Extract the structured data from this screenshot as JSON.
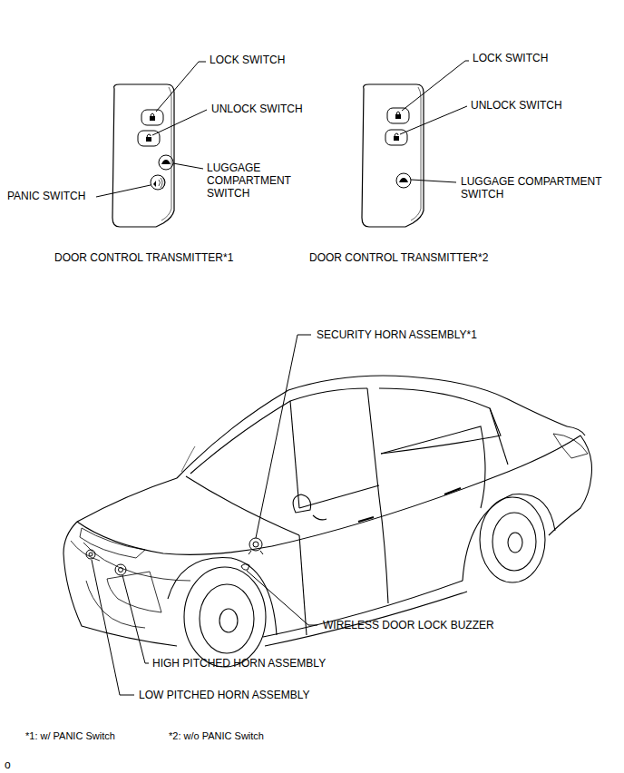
{
  "diagram": {
    "labels": [
      "LOCK SWITCH",
      "UNLOCK SWITCH",
      "LUGGAGE COMPARTMENT SWITCH",
      "PANIC SWITCH",
      "DOOR CONTROL TRANSMITTER*1",
      "LOCK SWITCH",
      "UNLOCK SWITCH",
      "LUGGAGE COMPARTMENT SWITCH",
      "DOOR CONTROL TRANSMITTER*2",
      "SECURITY HORN ASSEMBLY*1",
      "WIRELESS DOOR LOCK BUZZER",
      "HIGH PITCHED HORN ASSEMBLY",
      "LOW PITCHED HORN ASSEMBLY",
      "*1: w/ PANIC Switch",
      "*2: w/o PANIC Switch",
      "o"
    ]
  }
}
